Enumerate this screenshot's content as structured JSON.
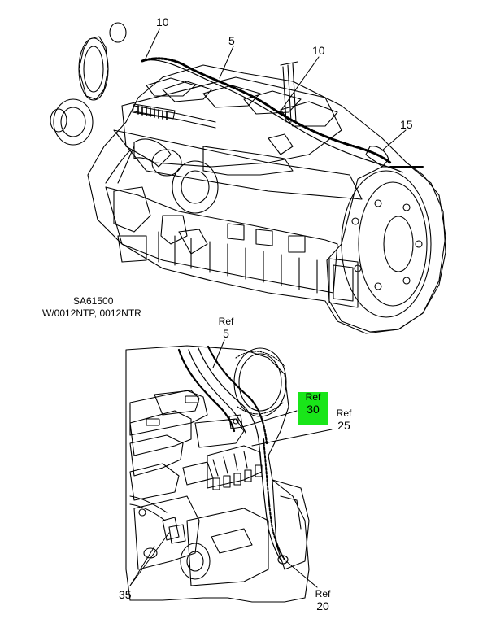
{
  "labels": {
    "top_callout_10_left": "10",
    "top_callout_5": "5",
    "top_callout_10_right": "10",
    "top_callout_15": "15",
    "caption_part": "SA61500",
    "caption_variant": "W/0012NTP, 0012NTR",
    "ref_word": "Ref",
    "ref_5_number": "5",
    "ref_30_number": "30",
    "ref_25_number": "25",
    "callout_35": "35",
    "ref_20_number": "20"
  },
  "colors": {
    "highlight": "#19e619",
    "line": "#000000"
  }
}
